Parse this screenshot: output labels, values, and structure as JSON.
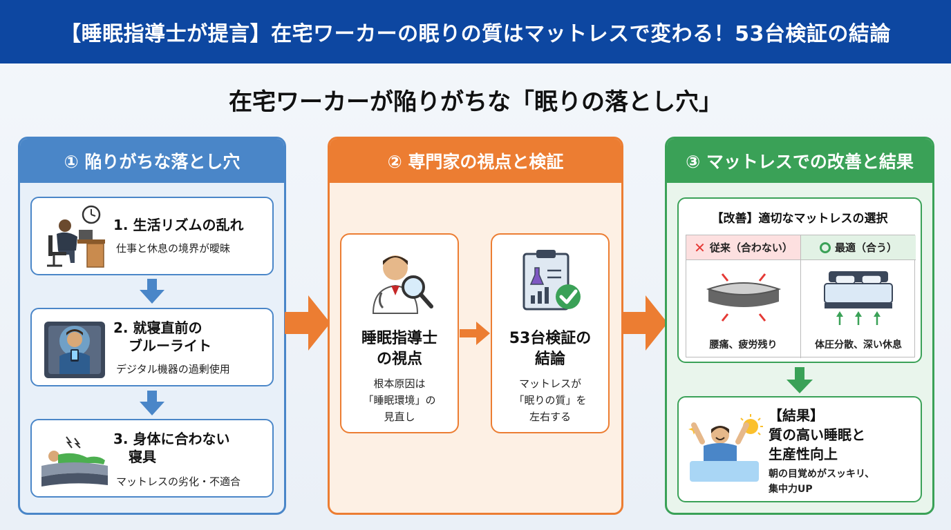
{
  "header": {
    "title": "【睡眠指導士が提言】在宅ワーカーの眠りの質はマットレスで変わる！53台検証の結論"
  },
  "subtitle": "在宅ワーカーが陥りがちな「眠りの落とし穴」",
  "panel1": {
    "heading": "① 陥りがちな落とし穴",
    "items": [
      {
        "title": "1. 生活リズムの乱れ",
        "desc": "仕事と休息の境界が曖昧",
        "icon": "desk-worker-clock-icon"
      },
      {
        "title_line1": "2. 就寝直前の",
        "title_line2": "ブルーライト",
        "desc": "デジタル機器の過剰使用",
        "icon": "phone-in-bed-icon"
      },
      {
        "title_line1": "3. 身体に合わない",
        "title_line2": "寝具",
        "desc": "マットレスの劣化・不適合",
        "icon": "uncomfortable-sleeper-icon"
      }
    ]
  },
  "panel2": {
    "heading": "② 専門家の視点と検証",
    "cards": [
      {
        "title_line1": "睡眠指導士",
        "title_line2": "の視点",
        "desc_line1": "根本原因は",
        "desc_line2": "「睡眠環境」の",
        "desc_line3": "見直し",
        "icon": "expert-magnifier-icon"
      },
      {
        "title_line1": "53台検証の",
        "title_line2": "結論",
        "desc_line1": "マットレスが",
        "desc_line2": "「眠りの質」を",
        "desc_line3": "左右する",
        "icon": "clipboard-check-icon"
      }
    ]
  },
  "panel3": {
    "heading": "③ マットレスでの改善と結果",
    "improve": {
      "title": "【改善】適切なマットレスの選択",
      "bad": {
        "label": "従来（合わない）",
        "caption": "腰痛、疲労残り",
        "icon": "sagging-mattress-icon"
      },
      "good": {
        "label": "最適（合う）",
        "caption": "体圧分散、深い休息",
        "icon": "supportive-bed-icon"
      }
    },
    "result": {
      "title_line1": "【結果】",
      "title_line2": "質の高い睡眠と",
      "title_line3": "生産性向上",
      "desc_line1": "朝の目覚めがスッキリ、",
      "desc_line2": "集中力UP",
      "icon": "happy-waking-person-icon"
    }
  },
  "colors": {
    "banner": "#0d47a1",
    "blue": "#4a86c8",
    "orange": "#ec7d32",
    "green": "#3aa157"
  }
}
